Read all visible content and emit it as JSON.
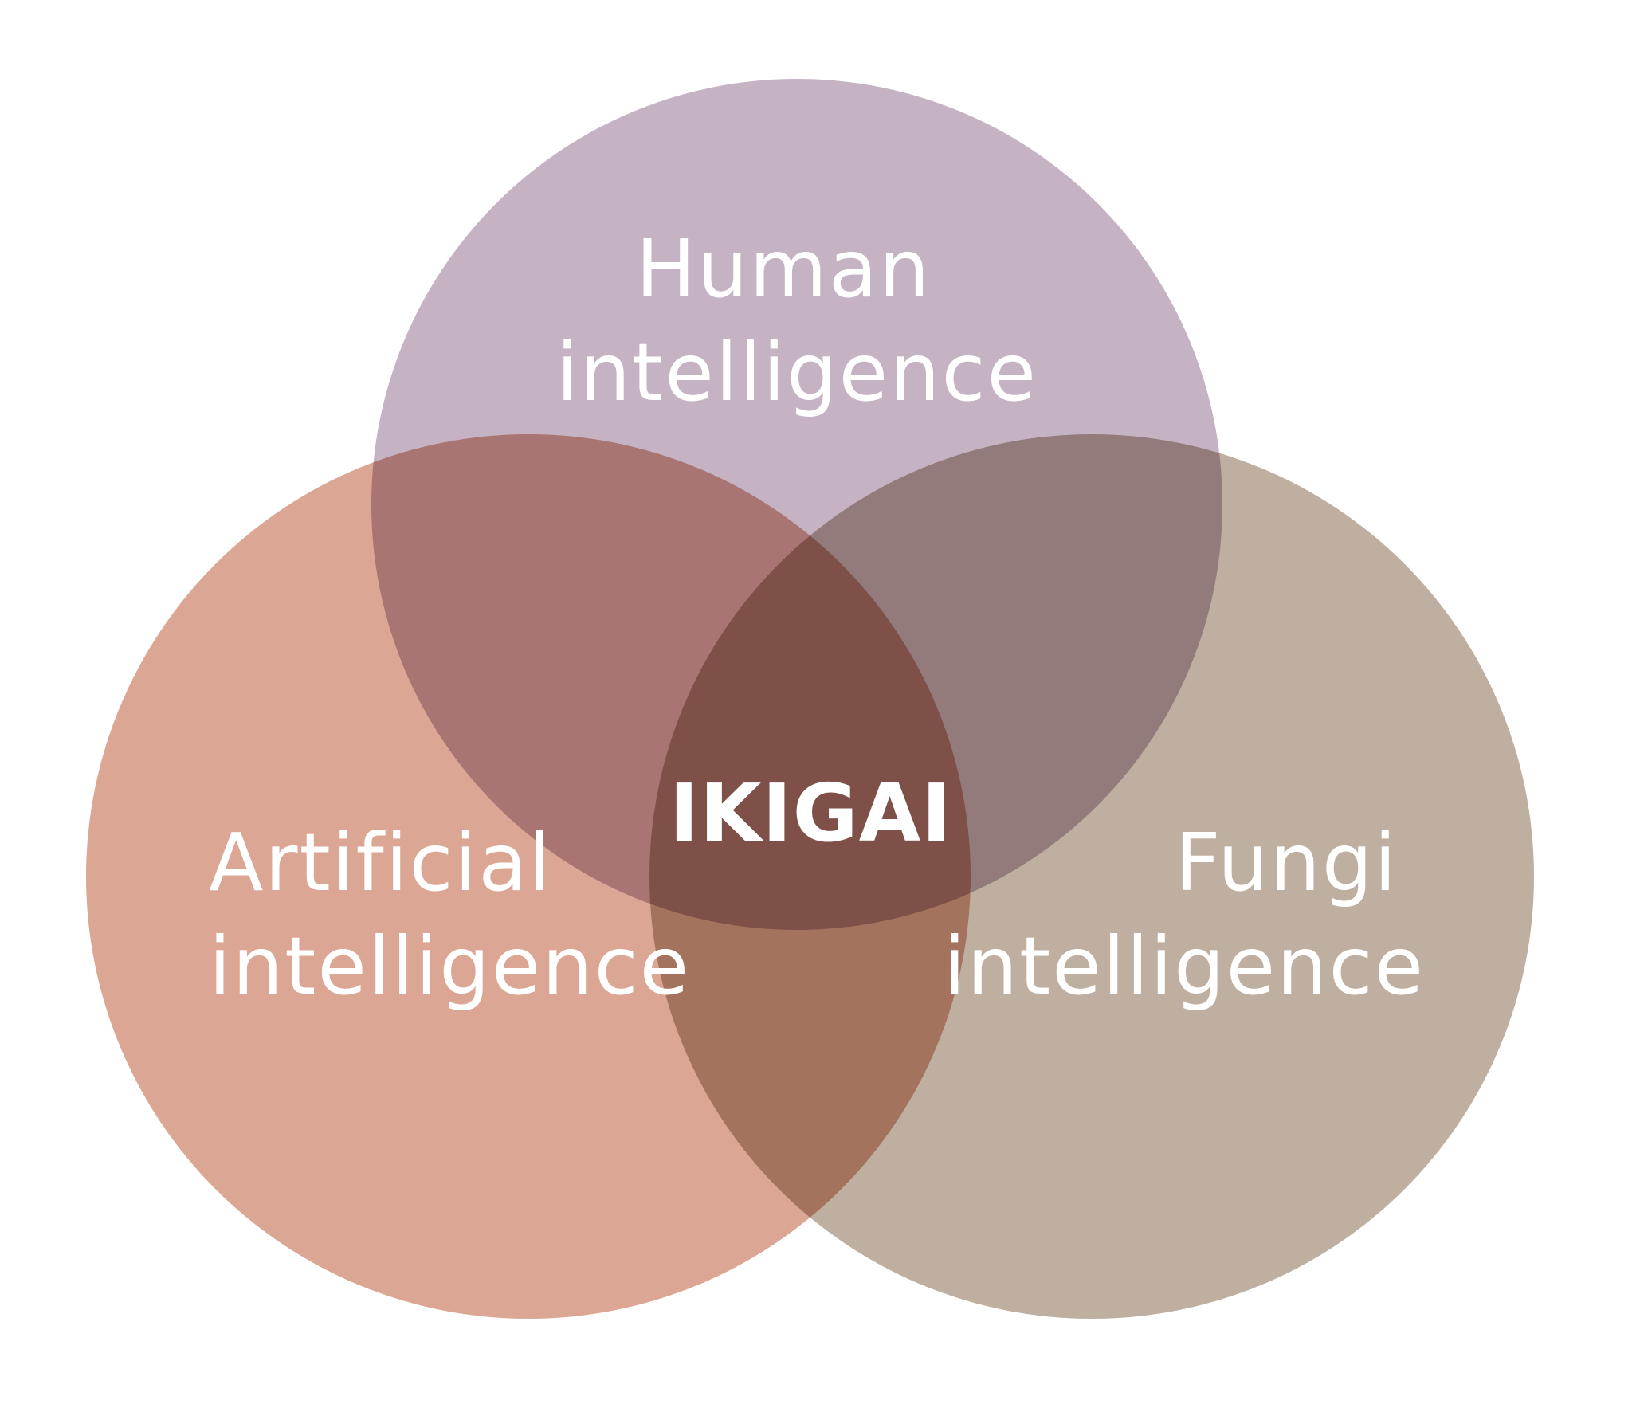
{
  "diagram": {
    "type": "venn",
    "sets": [
      {
        "id": "human",
        "line1": "Human",
        "line2": "intelligence",
        "color": "#c5b3c4"
      },
      {
        "id": "artificial",
        "line1": "Artificial",
        "line2": "intelligence",
        "color": "#dba794"
      },
      {
        "id": "fungi",
        "line1": "Fungi",
        "line2": "intelligence",
        "color": "#bfafa0"
      }
    ],
    "center_label": "IKIGAI",
    "background": "#ffffff",
    "text_color": "#ffffff"
  }
}
